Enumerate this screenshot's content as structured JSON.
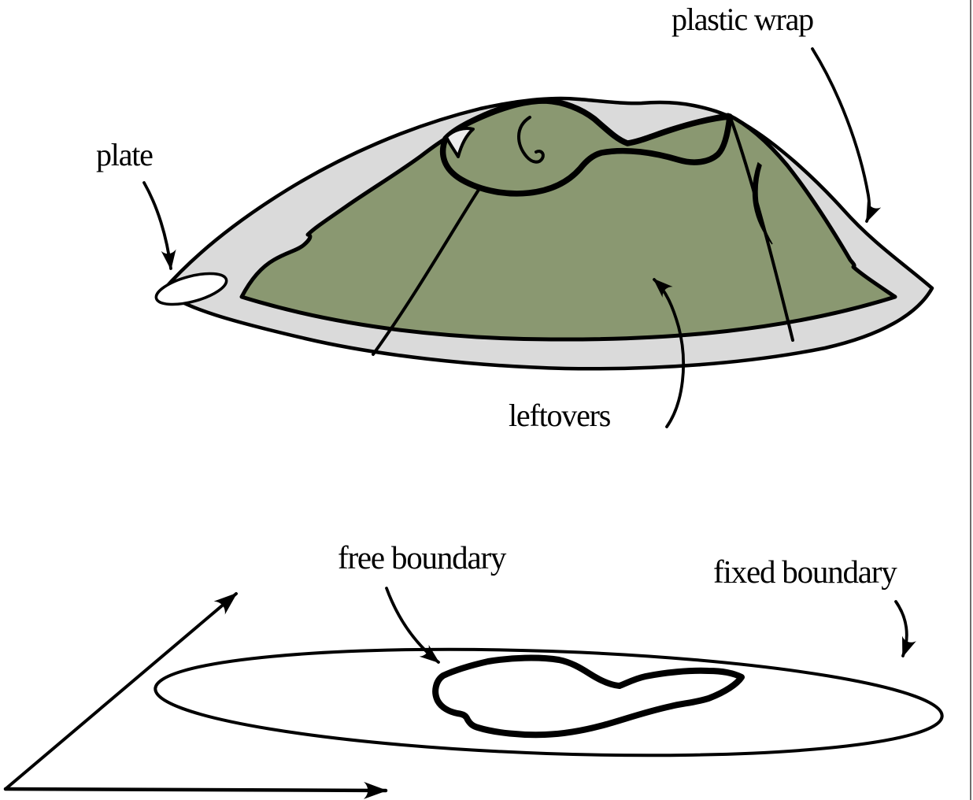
{
  "page": {
    "background": "#ffffff",
    "edge_line_color": "#6e6e6e"
  },
  "top_figure": {
    "description": "plate of leftovers covered in plastic wrap",
    "labels": {
      "plastic_wrap": "plastic wrap",
      "plate": "plate",
      "leftovers": "leftovers"
    },
    "colors": {
      "leftovers_fill": "#8A9871",
      "plate_fill": "#DADADA",
      "fold_fill": "#EDEDED",
      "outline": "#000000"
    }
  },
  "bottom_figure": {
    "description": "schematic domain with coordinate axes",
    "labels": {
      "free_boundary": "free boundary",
      "fixed_boundary": "fixed boundary"
    },
    "colors": {
      "outline": "#000000"
    }
  }
}
